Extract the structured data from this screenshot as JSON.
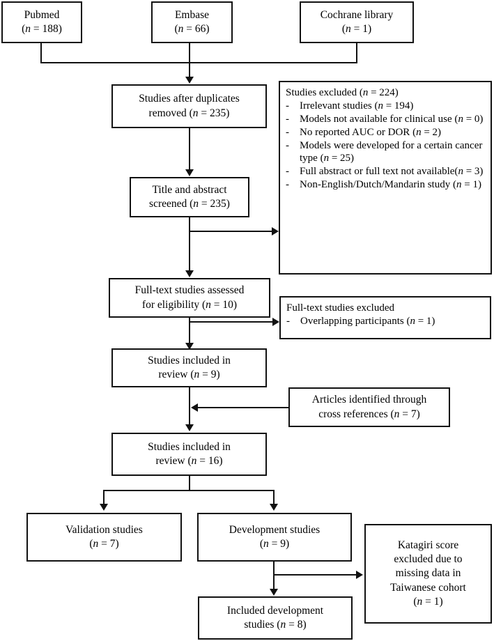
{
  "diagram": {
    "type": "prisma-flow-diagram",
    "nodes": {
      "pubmed": {
        "line1": "Pubmed",
        "line2_prefix": "(",
        "line2_italic": "n",
        "line2_suffix": " = 188)"
      },
      "embase": {
        "line1": "Embase",
        "line2_prefix": "(",
        "line2_italic": "n",
        "line2_suffix": " = 66)"
      },
      "cochrane": {
        "line1": "Cochrane library",
        "line2_prefix": "(",
        "line2_italic": "n",
        "line2_suffix": " = 1)"
      },
      "duplicates_removed": {
        "line1": "Studies after duplicates",
        "line2_prefix": "removed (",
        "line2_italic": "n",
        "line2_suffix": " = 235)"
      },
      "title_abstract": {
        "line1": "Title and abstract",
        "line2_prefix": "screened (",
        "line2_italic": "n",
        "line2_suffix": " = 235)"
      },
      "fulltext_assessed": {
        "line1": "Full-text studies assessed",
        "line2_prefix": "for eligibility (",
        "line2_italic": "n",
        "line2_suffix": " = 10)"
      },
      "included_9": {
        "line1": "Studies included in",
        "line2_prefix": "review (",
        "line2_italic": "n",
        "line2_suffix": " = 9)"
      },
      "cross_refs": {
        "line1": "Articles identified through",
        "line2_prefix": "cross references (",
        "line2_italic": "n",
        "line2_suffix": " = 7)"
      },
      "included_16": {
        "line1": "Studies included in",
        "line2_prefix": "review (",
        "line2_italic": "n",
        "line2_suffix": " = 16)"
      },
      "validation": {
        "line1": "Validation studies",
        "line2_prefix": "(",
        "line2_italic": "n",
        "line2_suffix": " = 7)"
      },
      "development": {
        "line1": "Development studies",
        "line2_prefix": "(",
        "line2_italic": "n",
        "line2_suffix": " = 9)"
      },
      "included_dev": {
        "line1": "Included development",
        "line2_prefix": "studies (",
        "line2_italic": "n",
        "line2_suffix": " = 8)"
      },
      "katagiri": {
        "line1": "Katagiri score",
        "line2": "excluded due to",
        "line3": "missing data in",
        "line4": "Taiwanese cohort",
        "line5_prefix": "(",
        "line5_italic": "n",
        "line5_suffix": " = 1)"
      },
      "studies_excluded": {
        "headline_prefix": "Studies excluded (",
        "headline_italic": "n",
        "headline_suffix": " = 224)",
        "dash": "-",
        "items": [
          {
            "prefix": "Irrelevant studies (",
            "italic": "n",
            "suffix": " = 194)"
          },
          {
            "prefix": "Models not available for clinical use (",
            "italic": "n",
            "suffix": " = 0)"
          },
          {
            "prefix": "No reported AUC or DOR (",
            "italic": "n",
            "suffix": " = 2)"
          },
          {
            "prefix": "Models were developed for a certain cancer type (",
            "italic": "n",
            "suffix": " = 25)"
          },
          {
            "prefix": "Full abstract or full text not available(",
            "italic": "n",
            "suffix": " = 3)"
          },
          {
            "prefix": "Non-English/Dutch/Mandarin study (",
            "italic": "n",
            "suffix": " = 1)"
          }
        ]
      },
      "fulltext_excluded": {
        "headline": "Full-text studies excluded",
        "dash": "-",
        "items": [
          {
            "prefix": "Overlapping participants (",
            "italic": "n",
            "suffix": " = 1)"
          }
        ]
      }
    },
    "colors": {
      "stroke": "#111111",
      "background": "#ffffff",
      "text": "#000000"
    }
  }
}
